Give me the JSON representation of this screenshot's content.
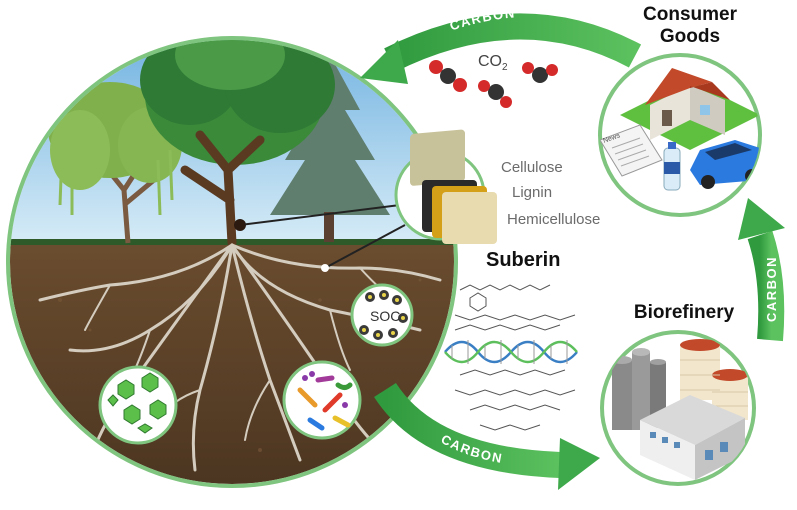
{
  "arrows": {
    "top": "CARBON",
    "right": "CARBON",
    "bottom": "CARBON"
  },
  "co2_label": "CO",
  "co2_sub": "2",
  "layers": {
    "cellulose": "Cellulose",
    "lignin": "Lignin",
    "hemicellulose": "Hemicellulose"
  },
  "suberin": "Suberin",
  "soc": "SOC",
  "consumer_goods": {
    "line1": "Consumer",
    "line2": "Goods"
  },
  "newspaper": "News",
  "biorefinery": "Biorefinery",
  "colors": {
    "arrow_green": "#3ea94a",
    "circle_border": "#7fc47f",
    "soil_brown": "#5a4128",
    "root_gray": "#cfc6b8",
    "sky_blue": "#8ec5e8"
  }
}
